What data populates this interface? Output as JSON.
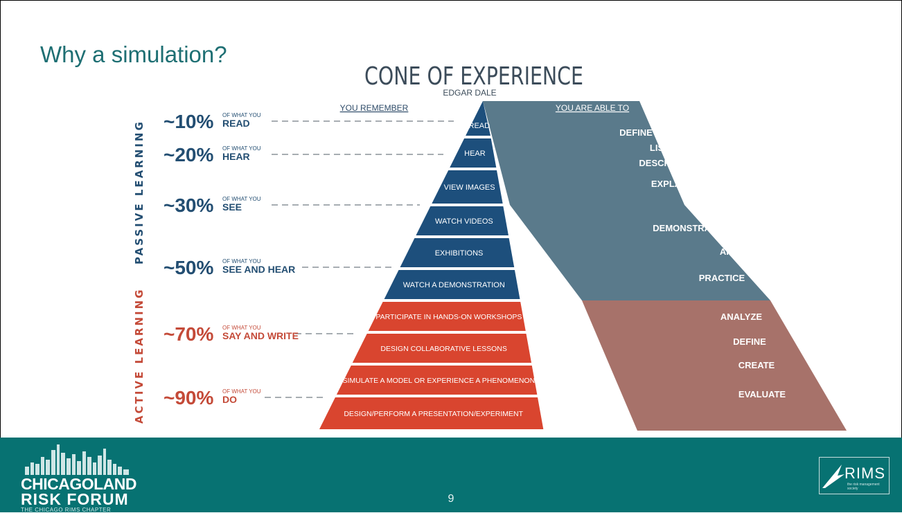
{
  "slide": {
    "title": "Why a simulation?",
    "page_number": "9"
  },
  "diagram": {
    "title": "CONE OF EXPERIENCE",
    "author": "EDGAR DALE",
    "left_header": "YOU REMEMBER",
    "right_header": "YOU ARE ABLE TO",
    "side_labels": [
      "PASSIVE LEARNING",
      "ACTIVE LEARNING"
    ],
    "percent_rows": [
      {
        "pct": "~10%",
        "prefix": "OF WHAT YOU",
        "verb": "READ"
      },
      {
        "pct": "~20%",
        "prefix": "OF WHAT YOU",
        "verb": "HEAR"
      },
      {
        "pct": "~30%",
        "prefix": "OF WHAT YOU",
        "verb": "SEE"
      },
      {
        "pct": "~50%",
        "prefix": "OF WHAT YOU",
        "verb": "SEE AND HEAR"
      },
      {
        "pct": "~70%",
        "prefix": "OF WHAT YOU",
        "verb": "SAY AND WRITE"
      },
      {
        "pct": "~90%",
        "prefix": "OF WHAT YOU",
        "verb": "DO"
      }
    ],
    "cone_bands": [
      "READ",
      "HEAR",
      "VIEW IMAGES",
      "WATCH VIDEOS",
      "EXHIBITIONS",
      "WATCH A DEMONSTRATION",
      "PARTICIPATE IN HANDS-ON WORKSHOPS",
      "DESIGN COLLABORATIVE LESSONS",
      "SIMULATE A MODEL OR EXPERIENCE A PHENOMENON",
      "DESIGN/PERFORM A PRESENTATION/EXPERIMENT"
    ],
    "abilities": [
      "DEFINE",
      "LIST",
      "DESCRIBE",
      "EXPLAIN",
      "DEMONSTRATE",
      "APPLY",
      "PRACTICE",
      "ANALYZE",
      "DEFINE",
      "CREATE",
      "EVALUATE"
    ],
    "colors": {
      "passive_band": "#1d4f7c",
      "active_band": "#d9452f",
      "right_upper": "#5a7a8b",
      "right_lower": "#a7726a",
      "passive_text": "#234e72",
      "active_text": "#c44a38",
      "title_text": "#3c4c5a"
    }
  },
  "footer": {
    "logo_left_lines": [
      "CHICAGOLAND",
      "RISK FORUM",
      "THE CHICAGO RIMS CHAPTER"
    ],
    "logo_right": "RIMS",
    "logo_right_tagline": "the risk management society",
    "background": "#077272"
  }
}
